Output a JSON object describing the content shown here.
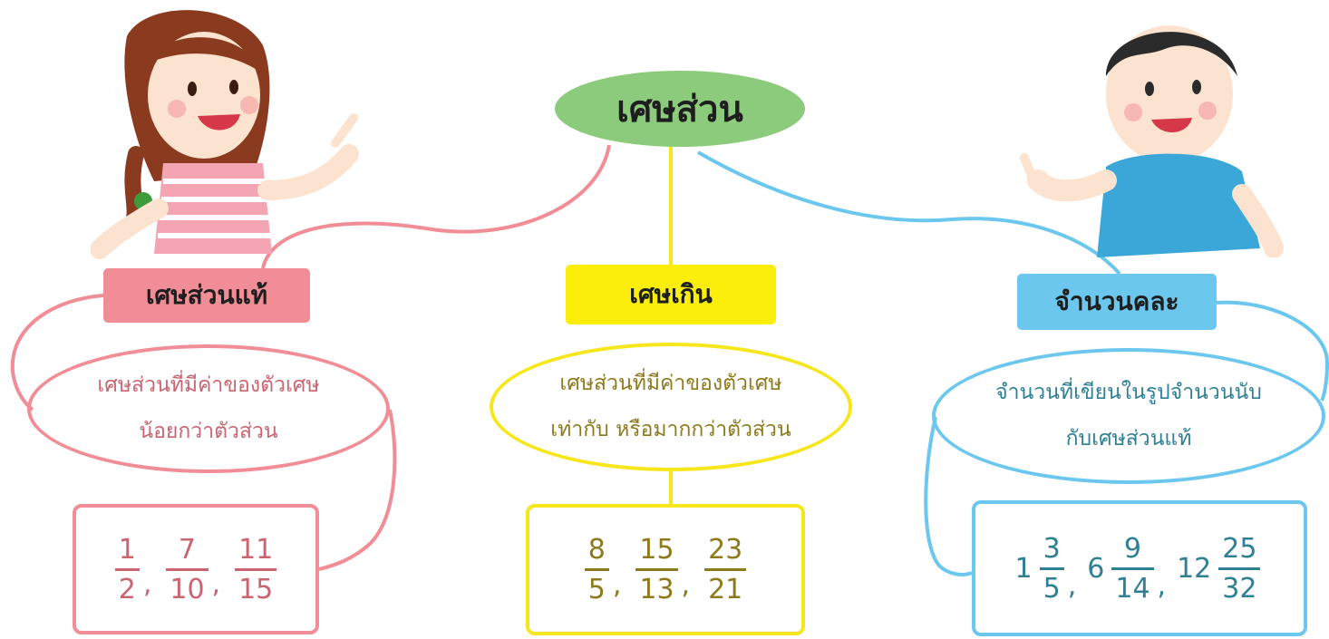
{
  "root": {
    "label": "เศษส่วน"
  },
  "branches": [
    {
      "label": "เศษส่วนแท้",
      "definition": [
        "เศษส่วนที่มีค่าของตัวเศษ",
        "น้อยกว่าตัวส่วน"
      ],
      "examples": [
        {
          "whole": "",
          "num": "1",
          "den": "2"
        },
        {
          "whole": "",
          "num": "7",
          "den": "10"
        },
        {
          "whole": "",
          "num": "11",
          "den": "15"
        }
      ],
      "color": "#f08d96"
    },
    {
      "label": "เศษเกิน",
      "definition": [
        "เศษส่วนที่มีค่าของตัวเศษ",
        "เท่ากับ หรือมากกว่าตัวส่วน"
      ],
      "examples": [
        {
          "whole": "",
          "num": "8",
          "den": "5"
        },
        {
          "whole": "",
          "num": "15",
          "den": "13"
        },
        {
          "whole": "",
          "num": "23",
          "den": "21"
        }
      ],
      "color": "#fbee0b"
    },
    {
      "label": "จำนวนคละ",
      "definition": [
        "จำนวนที่เขียนในรูปจำนวนนับ",
        "กับเศษส่วนแท้"
      ],
      "examples": [
        {
          "whole": "1",
          "num": "3",
          "den": "5"
        },
        {
          "whole": "6",
          "num": "9",
          "den": "14"
        },
        {
          "whole": "12",
          "num": "25",
          "den": "32"
        }
      ],
      "color": "#6cc7ef"
    }
  ],
  "separator": ",",
  "colors": {
    "root": "#8ccb7c",
    "pink_link": "#f08d96",
    "yellow_link": "#f6e71c",
    "blue_link": "#6cc7ef"
  },
  "illustrations": {
    "left": "girl-pointing",
    "right": "boy-pointing"
  }
}
